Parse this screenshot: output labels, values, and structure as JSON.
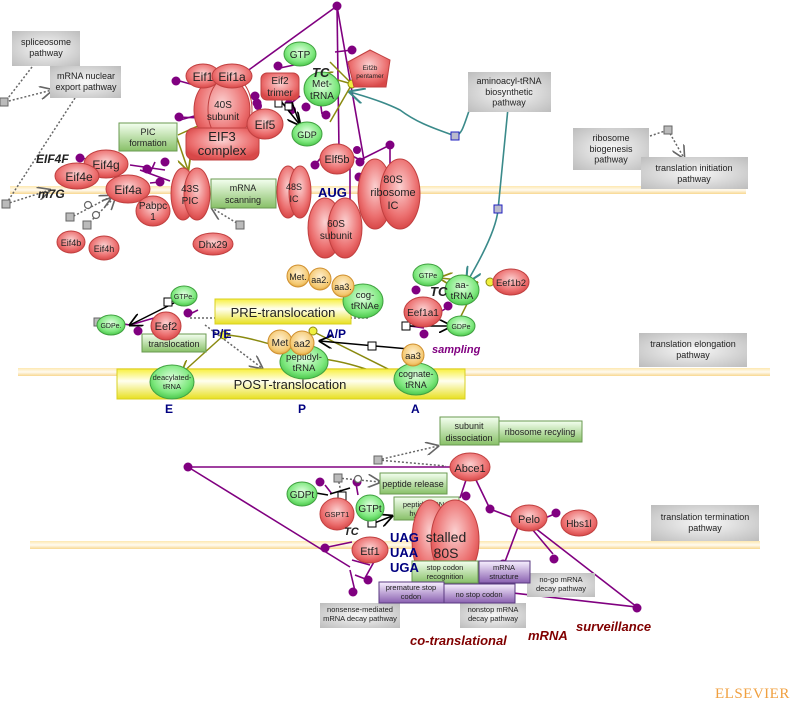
{
  "colors": {
    "protein": "#e85c5c",
    "small_molecule": "#5fdc5f",
    "amino_acid": "#f0c060",
    "process": "#8cc870",
    "pathway": "#cccccc",
    "state": "#f0e040",
    "membrane": "#fbe4a8",
    "interaction": "#800080",
    "tRNA_flow": "#3a8a8a",
    "codon_text": "#000080",
    "surveillance_text": "#800000",
    "publisher": "#f0a040"
  },
  "pathways": {
    "spliceosome": "spliceosome pathway",
    "mrna_export": "mRNA nuclear export pathway",
    "aminoacyl_trna": "aminoacyl-tRNA biosynthetic pathway",
    "ribosome_biogenesis": "ribosome biogenesis pathway",
    "translation_initiation": "translation initiation pathway",
    "translation_elongation": "translation elongation pathway",
    "translation_termination": "translation termination pathway",
    "nmd": "nonsense-mediated mRNA decay pathway",
    "nonstop": "nonstop mRNA decay pathway",
    "nogo": "no-go mRNA decay pathway"
  },
  "initiation": {
    "eif1": "Eif1",
    "eif1a": "Eif1a",
    "subunit40s": [
      "40S",
      "subunit"
    ],
    "eif3": [
      "EIF3",
      "complex"
    ],
    "eif5": "Eif5",
    "eif2": [
      "Eif2",
      "trimer"
    ],
    "gtp": "GTP",
    "gdp": "GDP",
    "met_trna": [
      "Met-",
      "tRNA"
    ],
    "eif2b": [
      "Eif2b",
      "pentamer"
    ],
    "tc": "TC",
    "pic_formation": [
      "PIC",
      "formation"
    ],
    "eif4f": "EIF4F",
    "eif4g": "Eif4g",
    "eif4e": "Eif4e",
    "eif4a": "Eif4a",
    "m7g": "m7G",
    "eif4b": "Eif4b",
    "eif4h": "Eif4h",
    "pabpc1": [
      "Pabpc",
      "1"
    ],
    "pic43s": [
      "43S",
      "PIC"
    ],
    "mrna_scanning": [
      "mRNA",
      "scanning"
    ],
    "ic48s": [
      "48S",
      "IC"
    ],
    "dhx29": "Dhx29",
    "aug": "AUG",
    "eif5b": "Elf5b",
    "subunit60s": [
      "60S",
      "subunit"
    ],
    "ribosome80s": [
      "80S",
      "ribosome",
      "IC"
    ]
  },
  "elongation": {
    "met": "Met.",
    "aa2": "aa2.",
    "aa3": "aa3.",
    "cog_trna": [
      "cog-",
      "tRNAe"
    ],
    "pre_translocation": "PRE-translocation",
    "post_translocation": "POST-translocation",
    "gtpe": "GTPe.",
    "gdpe": "GDPe.",
    "eef2": "Eef2",
    "translocation": "translocation",
    "pe": "P/E",
    "ap": "A/P",
    "met_p": "Met",
    "aa2_p": "aa2",
    "peptidyl_trna": [
      "peptidyl-",
      "tRNA"
    ],
    "deacylated_trna": [
      "deacylated-",
      "tRNA"
    ],
    "aa3_a": "aa3",
    "cognate_trna": [
      "cognate-",
      "tRNA"
    ],
    "gtpe2": "GTPe",
    "aa_trna": [
      "aa-",
      "tRNA"
    ],
    "eef1b2": "Eef1b2",
    "tc": "TC",
    "eef1a1": "Eef1a1",
    "gdpe2": "GDPe",
    "sampling": "sampling",
    "site_e": "E",
    "site_p": "P",
    "site_a": "A"
  },
  "termination": {
    "subunit_dissociation": [
      "subunit",
      "dissociation"
    ],
    "ribosome_recycling": "ribosome recyling",
    "abce1": "Abce1",
    "peptide_release": "peptide release",
    "gdpt": "GDPt",
    "gtpt": "GTPt",
    "gspt1": "GSPT1",
    "peptidyl_hydrolysis": [
      "peptidyl-tRNA",
      "hydrolysis"
    ],
    "tc": "TC",
    "pelo": "Pelo",
    "hbs1l": "Hbs1l",
    "etf1": "Etf1",
    "uag": "UAG",
    "uaa": "UAA",
    "uga": "UGA",
    "stalled80s": [
      "stalled",
      "80S"
    ],
    "stop_codon_recognition": [
      "stop codon",
      "recognition"
    ],
    "mrna_structure": [
      "mRNA",
      "structure"
    ],
    "premature_stop": [
      "premature stop",
      "codon"
    ],
    "no_stop_codon": "no stop codon",
    "cotranslational": "co-translational",
    "mrna": "mRNA",
    "surveillance": "surveillance"
  },
  "publisher": "ELSEVIER"
}
